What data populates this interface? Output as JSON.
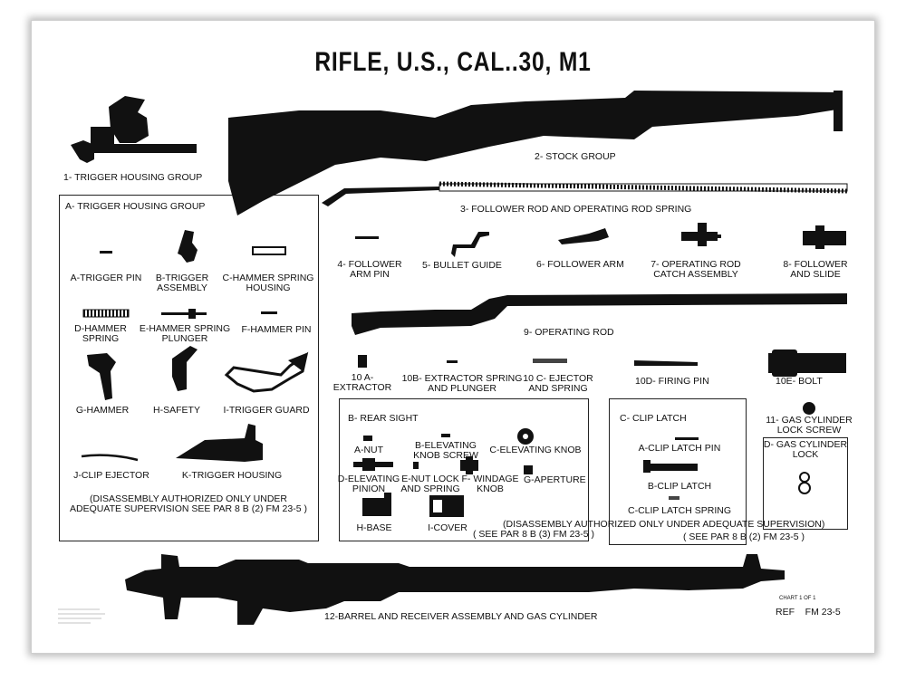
{
  "title": "RIFLE, U.S., CAL..30, M1",
  "groups": {
    "trigger_housing_group": "1- TRIGGER HOUSING GROUP",
    "stock_group": "2- STOCK GROUP",
    "follower_rod": "3- FOLLOWER ROD AND OPERATING ROD SPRING",
    "follower_arm_pin": [
      "4- FOLLOWER",
      "ARM PIN"
    ],
    "bullet_guide": "5- BULLET GUIDE",
    "follower_arm": "6- FOLLOWER ARM",
    "op_rod_catch": [
      "7- OPERATING ROD",
      "CATCH ASSEMBLY"
    ],
    "follower_slide": [
      "8- FOLLOWER",
      "AND SLIDE"
    ],
    "operating_rod": "9- OPERATING ROD",
    "gas_lock_screw": [
      "11- GAS CYLINDER",
      "LOCK SCREW"
    ],
    "barrel_receiver": "12-BARREL AND RECEIVER ASSEMBLY AND GAS CYLINDER"
  },
  "bolt_parts": {
    "extractor": [
      "10 a-",
      "EXTRACTOR"
    ],
    "extractor_spring": [
      "10b- EXTRACTOR SPRING",
      "AND PLUNGER"
    ],
    "ejector": [
      "10 c- EJECTOR",
      "AND SPRING"
    ],
    "firing_pin": "10d- FIRING PIN",
    "bolt": "10e- BOLT"
  },
  "box_a": {
    "title": "A- TRIGGER HOUSING GROUP",
    "items": {
      "a": "a-TRIGGER PIN",
      "b": [
        "b-TRIGGER",
        "ASSEMBLY"
      ],
      "c": [
        "c-HAMMER SPRING",
        "HOUSING"
      ],
      "d": [
        "d-HAMMER",
        "SPRING"
      ],
      "e": [
        "e-HAMMER SPRING",
        "PLUNGER"
      ],
      "f": "f-HAMMER PIN",
      "g": "g-HAMMER",
      "h": "h-SAFETY",
      "i": "i-TRIGGER GUARD",
      "j": "j-CLIP EJECTOR",
      "k": "k-TRIGGER HOUSING"
    },
    "note": [
      "(DISASSEMBLY AUTHORIZED ONLY UNDER",
      "ADEQUATE SUPERVISION   SEE PAR 8 b (2) FM 23-5 )"
    ]
  },
  "box_b": {
    "title": "B- REAR SIGHT",
    "items": {
      "a": "a-NUT",
      "b": [
        "b-ELEVATING",
        "KNOB SCREW"
      ],
      "c": "c-ELEVATING KNOB",
      "d": [
        "d-ELEVATING",
        "PINION"
      ],
      "e": [
        "e-NUT LOCK",
        "AND SPRING"
      ],
      "f": [
        "f- WINDAGE",
        "KNOB"
      ],
      "g": "g-APERTURE",
      "h": "h-BASE",
      "i": "i-COVER"
    },
    "note": "( SEE PAR 8 b (3) FM 23-5 )"
  },
  "box_c": {
    "title": "C- CLIP LATCH",
    "items": {
      "a": "a-CLIP LATCH PIN",
      "b": "b-CLIP LATCH",
      "c": "c-CLIP LATCH SPRING"
    },
    "note": "( SEE PAR 8 b (2) FM 23-5 )"
  },
  "box_d": {
    "title": [
      "D- GAS CYLINDER",
      "LOCK"
    ]
  },
  "shared_note": "(DISASSEMBLY AUTHORIZED ONLY UNDER ADEQUATE  SUPERVISION)",
  "chart_no": "CHART 1 OF 1",
  "ref": "REF    FM 23-5"
}
